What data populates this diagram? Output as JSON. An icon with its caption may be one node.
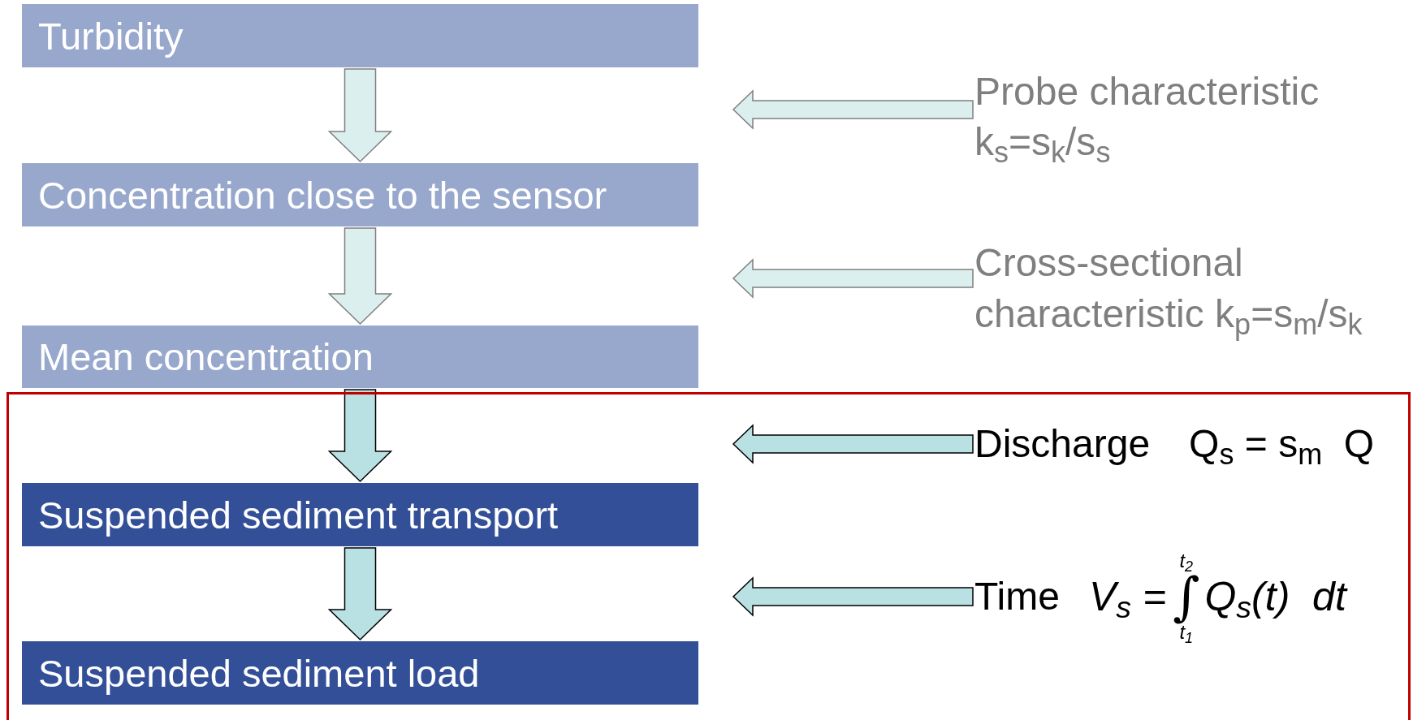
{
  "diagram": {
    "nodes": [
      {
        "text": [
          "Turbidity"
        ]
      },
      {
        "text": [
          "Concentration close to the sensor"
        ]
      },
      {
        "text": [
          "Mean concentration"
        ]
      },
      {
        "text": [],
        "shape": "box"
      },
      {
        "text": [
          "Suspended sediment transport"
        ],
        "in": 3
      },
      {
        "text": [
          "Suspended sediment load"
        ],
        "in": 3
      },
      {
        "text": [
          "Probe characteristic k$_{s}$=s$_{k}$/s$_{s}$"
        ]
      },
      {
        "text": [
          "Cross-sectional characteristic k$_{p}$=s$_{m}$/s$_{k}$"
        ]
      },
      {
        "text": [
          "Discharge",
          "Q$_{s}$ = s$_{m}$  Q"
        ],
        "in": 3
      },
      {
        "text": [
          "Time",
          "V$_{s}$ =",
          "t$_{2}$",
          "∫",
          "t$_{1}$",
          "Q$_{s}$(t)  dt"
        ],
        "in": 3
      }
    ],
    "edges": [
      {
        "from": 0,
        "to": 1,
        "arrow": "to"
      },
      {
        "from": 1,
        "to": 2,
        "arrow": "to"
      },
      {
        "from": 2,
        "to": 4,
        "arrow": "to",
        "color": "#b9e0e3"
      },
      {
        "from": 4,
        "to": 5,
        "arrow": "to",
        "color": "#b9e0e3"
      },
      {
        "from": 6,
        "to": null,
        "arrow": "to"
      },
      {
        "from": 7,
        "to": null,
        "arrow": "to"
      },
      {
        "from": 8,
        "to": null,
        "arrow": "to",
        "color": "#b9e0e3"
      },
      {
        "from": 9,
        "to": null,
        "arrow": "to",
        "color": "#b9e0e3"
      }
    ]
  }
}
